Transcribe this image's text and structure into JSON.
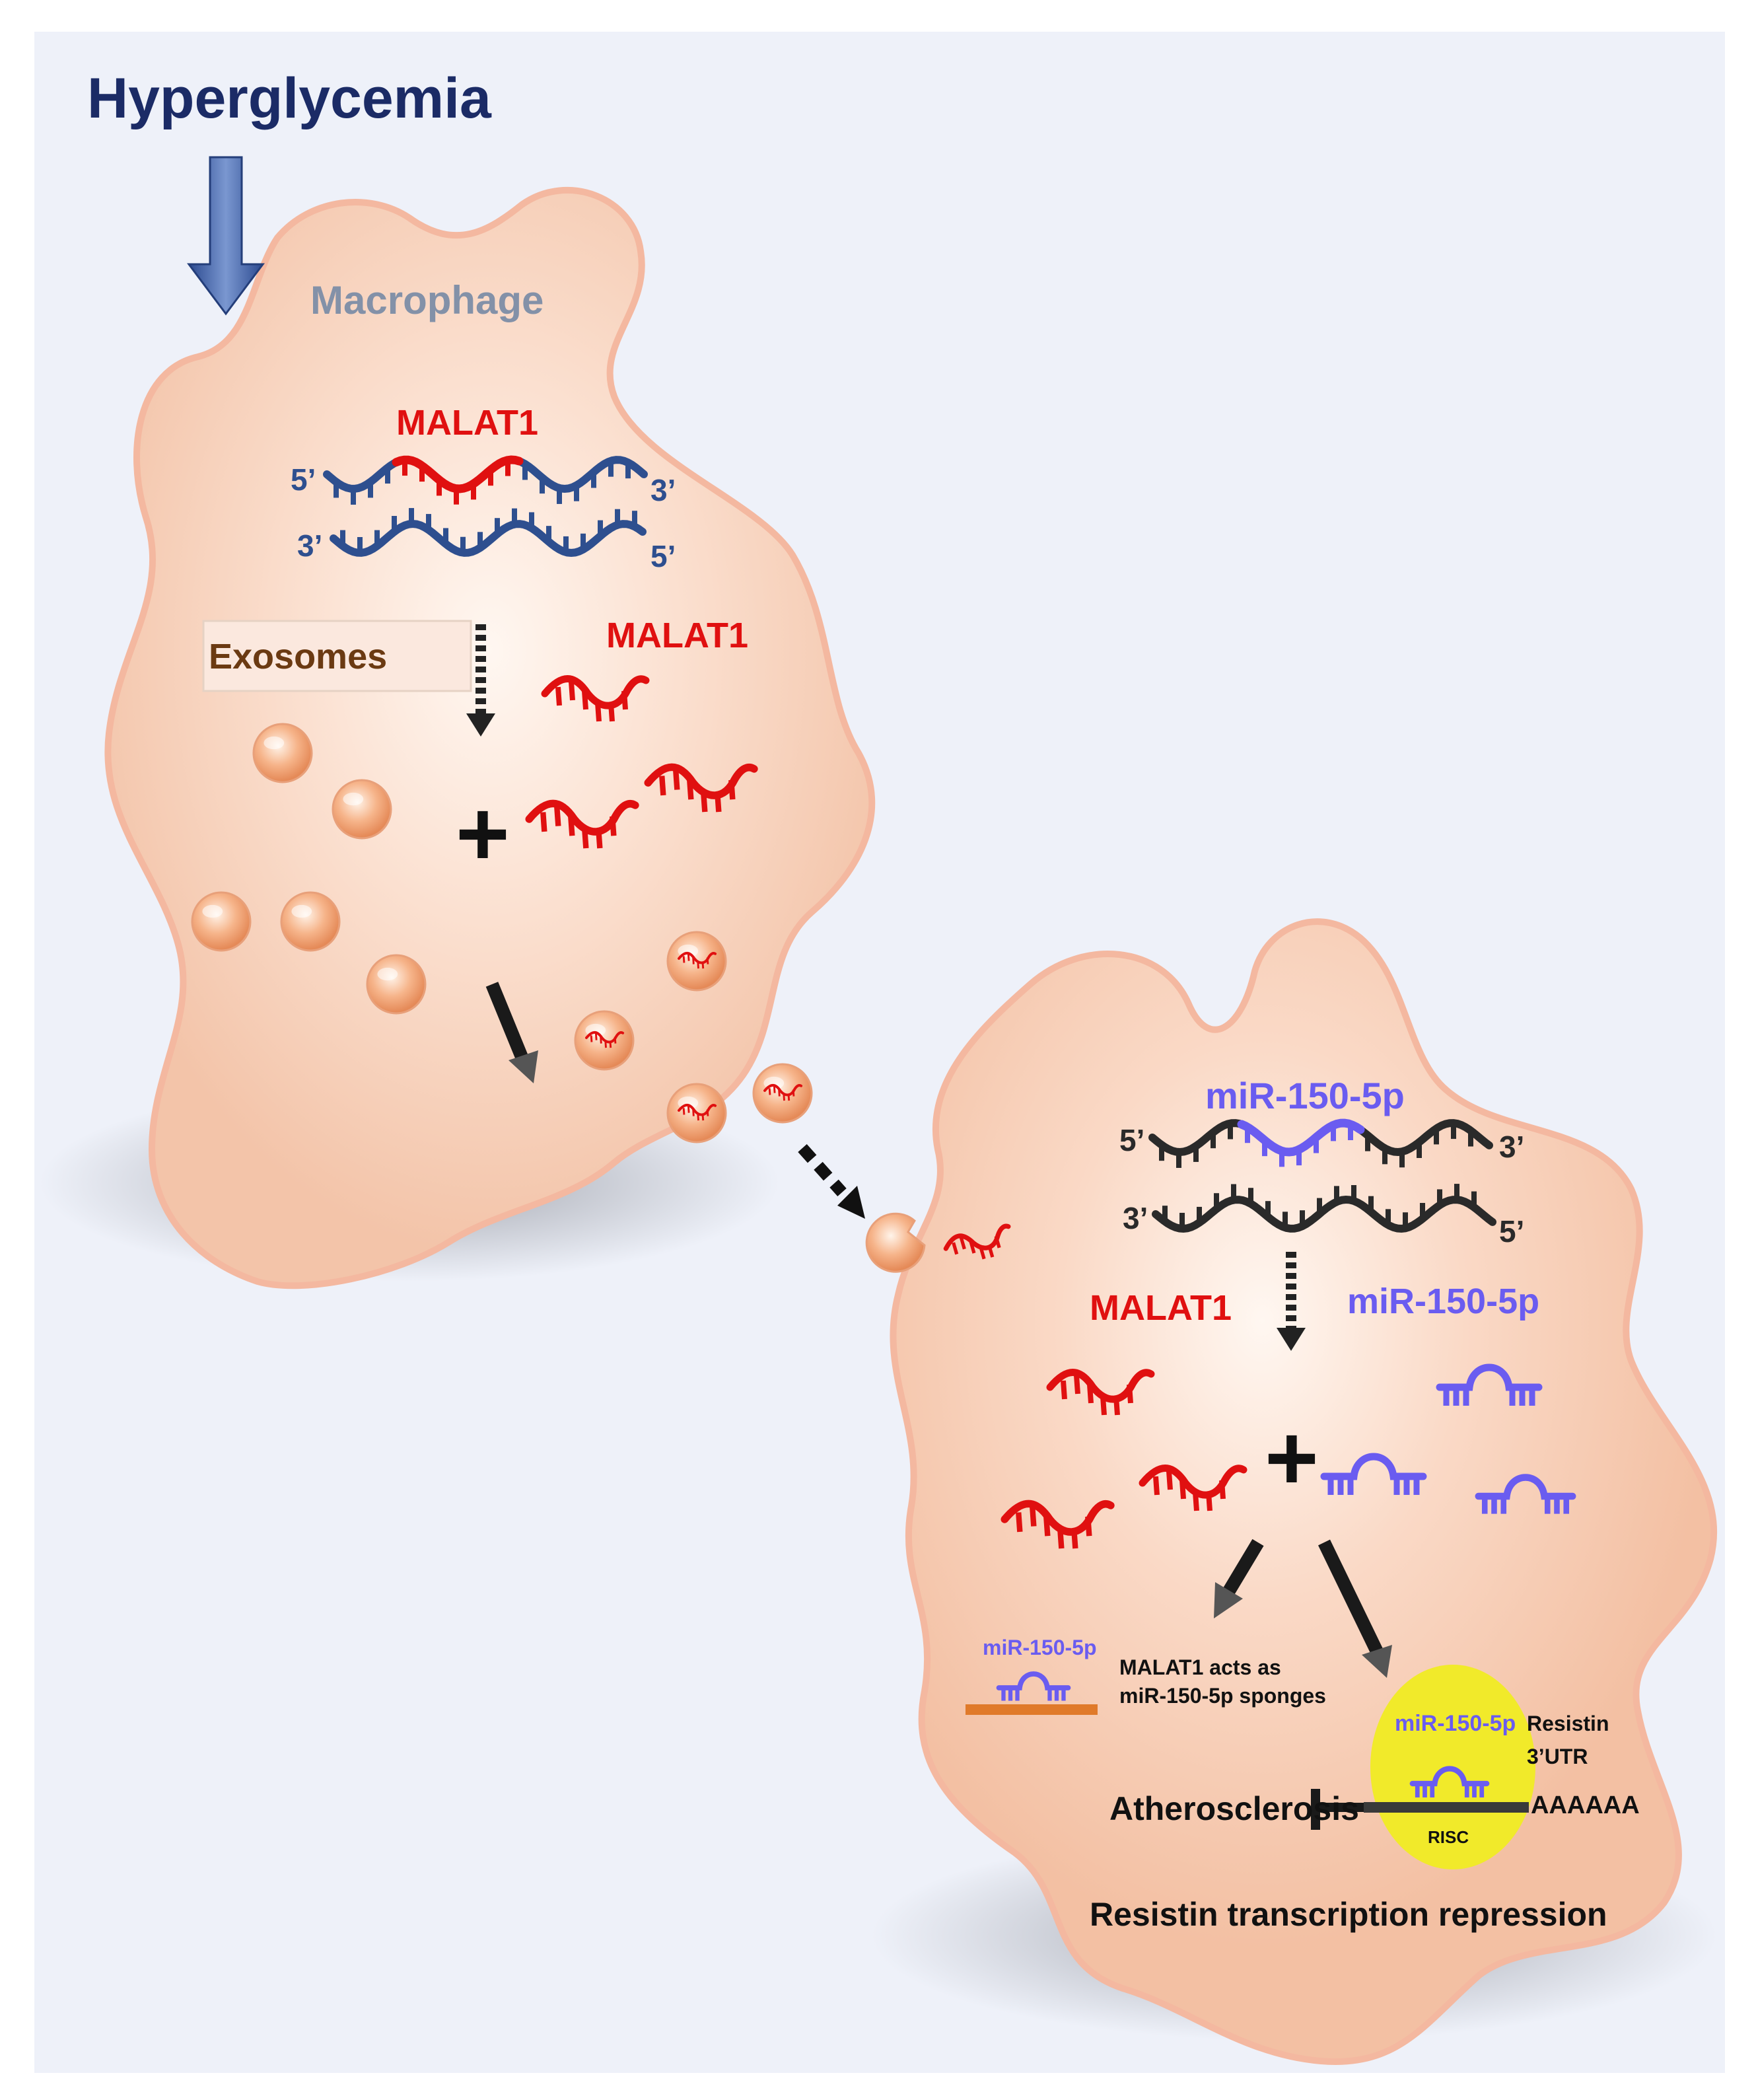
{
  "title": "Hyperglycemia",
  "cell_label": "Macrophage",
  "cell1": {
    "gene_label": "MALAT1",
    "strand_top_5": "5’",
    "strand_top_3": "3’",
    "strand_bottom_3": "3’",
    "strand_bottom_5": "5’",
    "exosomes_label": "Exosomes",
    "rna_label": "MALAT1",
    "plus": "+"
  },
  "cell2": {
    "gene_label": "miR-150-5p",
    "strand_top_5": "5’",
    "strand_top_3": "3’",
    "strand_bottom_3": "3’",
    "strand_bottom_5": "5’",
    "malat1_label": "MALAT1",
    "mirna_label": "miR-150-5p",
    "plus": "+",
    "sponge_mirna_label": "miR-150-5p",
    "sponge_text_line1": "MALAT1 acts as",
    "sponge_text_line2": "miR-150-5p sponges",
    "risc_mirna_label": "miR-150-5p",
    "resistin_line1": "Resistin",
    "resistin_line2": "3’UTR",
    "polya": "AAAAAA",
    "risc": "RISC",
    "atherosclerosis": "Atherosclerosis",
    "repression": "Resistin transcription repression"
  },
  "colors": {
    "background": "#eef1f9",
    "cell_fill": "#f6cbb3",
    "cell_center": "#fff5ee",
    "malat1_red": "#e01010",
    "mirna_purple": "#6a5cf0",
    "dna_blue": "#2e4f8f",
    "dna_black": "#2a2a2a",
    "title_navy": "#1b2b66",
    "macrophage_gray": "#8391a8",
    "exosome_brown": "#6b3a12",
    "risc_yellow": "#f1ea2a",
    "sponge_orange": "#e07a2a"
  }
}
